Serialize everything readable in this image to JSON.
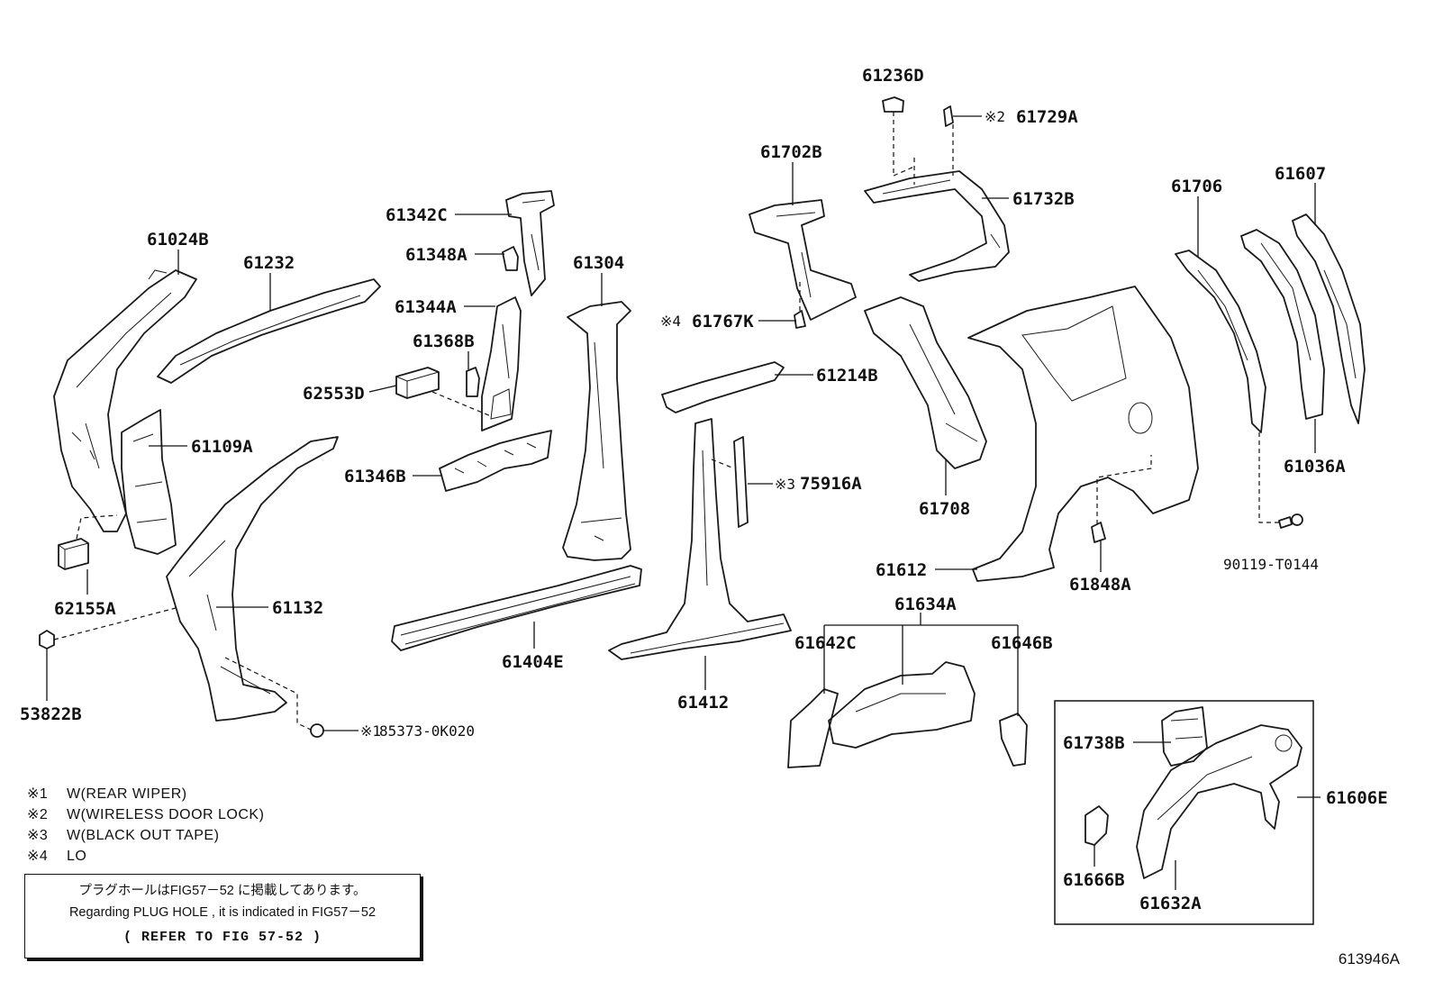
{
  "figure_id": "613946A",
  "notes": [
    {
      "mark": "※1",
      "text": "W(REAR WIPER)"
    },
    {
      "mark": "※2",
      "text": "W(WIRELESS DOOR LOCK)"
    },
    {
      "mark": "※3",
      "text": "W(BLACK OUT TAPE)"
    },
    {
      "mark": "※4",
      "text": "LO"
    }
  ],
  "reference_box": {
    "line_jp": "プラグホールはFIG57－52 に掲載してあります。",
    "line_en": "Regarding  PLUG HOLE , it is  indicated  in  FIG57－52",
    "refer": "(   REFER TO FIG 57-52 )"
  },
  "parts": {
    "p61024B": "61024B",
    "p61232": "61232",
    "p61342C": "61342C",
    "p61348A": "61348A",
    "p61344A": "61344A",
    "p61368B": "61368B",
    "p62553D": "62553D",
    "p61346B": "61346B",
    "p61109A": "61109A",
    "p62155A": "62155A",
    "p61132": "61132",
    "p53822B": "53822B",
    "p85373": "85373-0K020",
    "p85373_mark": "※1",
    "p61304": "61304",
    "p61404E": "61404E",
    "p61702B": "61702B",
    "p61767K": "61767K",
    "p61767K_mark": "※4",
    "p61214B": "61214B",
    "p75916A": "75916A",
    "p75916A_mark": "※3",
    "p61412": "61412",
    "p61236D": "61236D",
    "p61729A": "61729A",
    "p61729A_mark": "※2",
    "p61732B": "61732B",
    "p61708": "61708",
    "p61612": "61612",
    "p61634A": "61634A",
    "p61642C": "61642C",
    "p61646B": "61646B",
    "p61706": "61706",
    "p61607": "61607",
    "p61036A": "61036A",
    "p90119": "90119-T0144",
    "p61848A": "61848A",
    "p61738B": "61738B",
    "p61606E": "61606E",
    "p61666B": "61666B",
    "p61632A": "61632A"
  }
}
